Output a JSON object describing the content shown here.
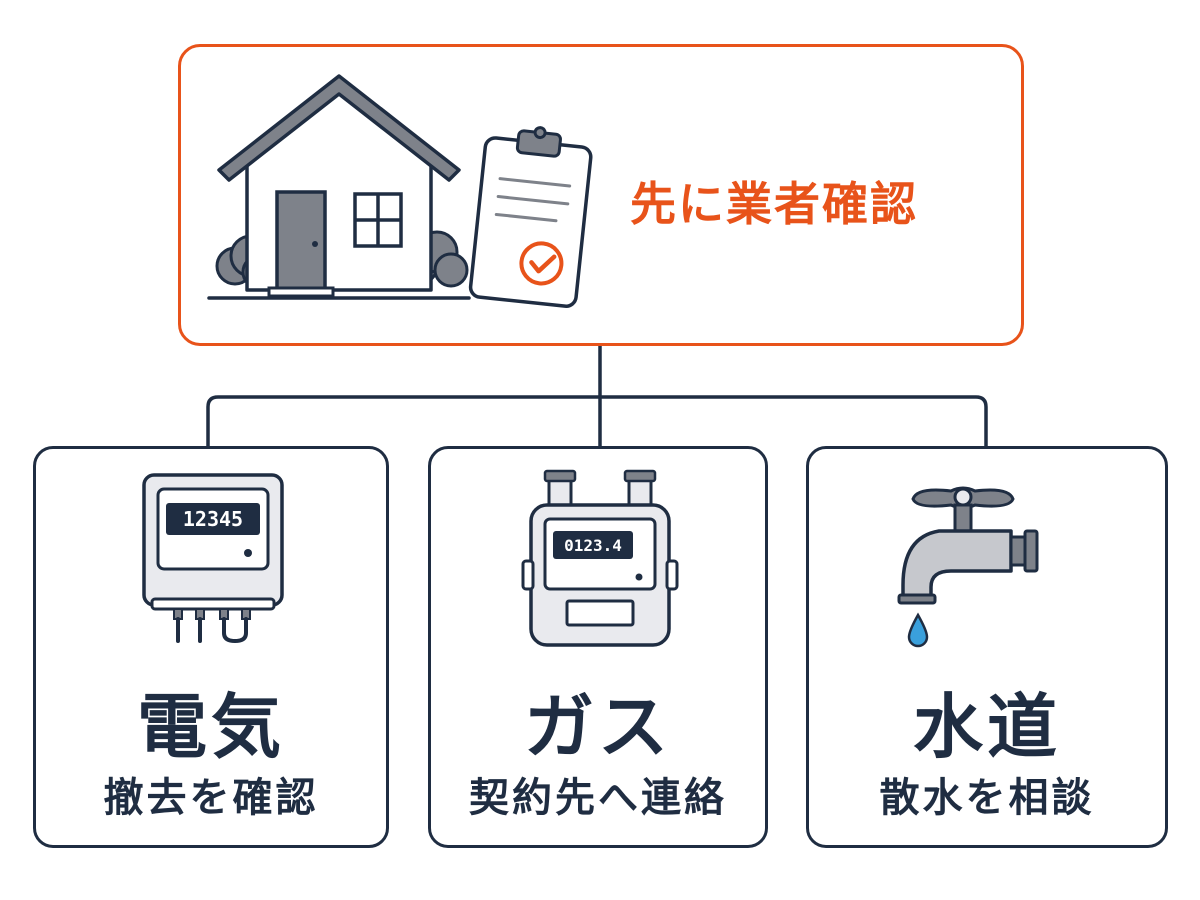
{
  "top": {
    "title": "先に業者確認"
  },
  "cards": [
    {
      "title": "電気",
      "subtitle": "撤去を確認",
      "meter_reading": "12345"
    },
    {
      "title": "ガス",
      "subtitle": "契約先へ連絡",
      "meter_reading": "0123.4"
    },
    {
      "title": "水道",
      "subtitle": "散水を相談"
    }
  ],
  "colors": {
    "accent": "#e8531a",
    "navy": "#1f2d42",
    "gray": "#7e828a",
    "light_gray": "#e9eaee",
    "water": "#3aa0dc"
  },
  "icons": [
    "house-icon",
    "clipboard-check-icon",
    "electric-meter-icon",
    "gas-meter-icon",
    "water-faucet-icon"
  ]
}
